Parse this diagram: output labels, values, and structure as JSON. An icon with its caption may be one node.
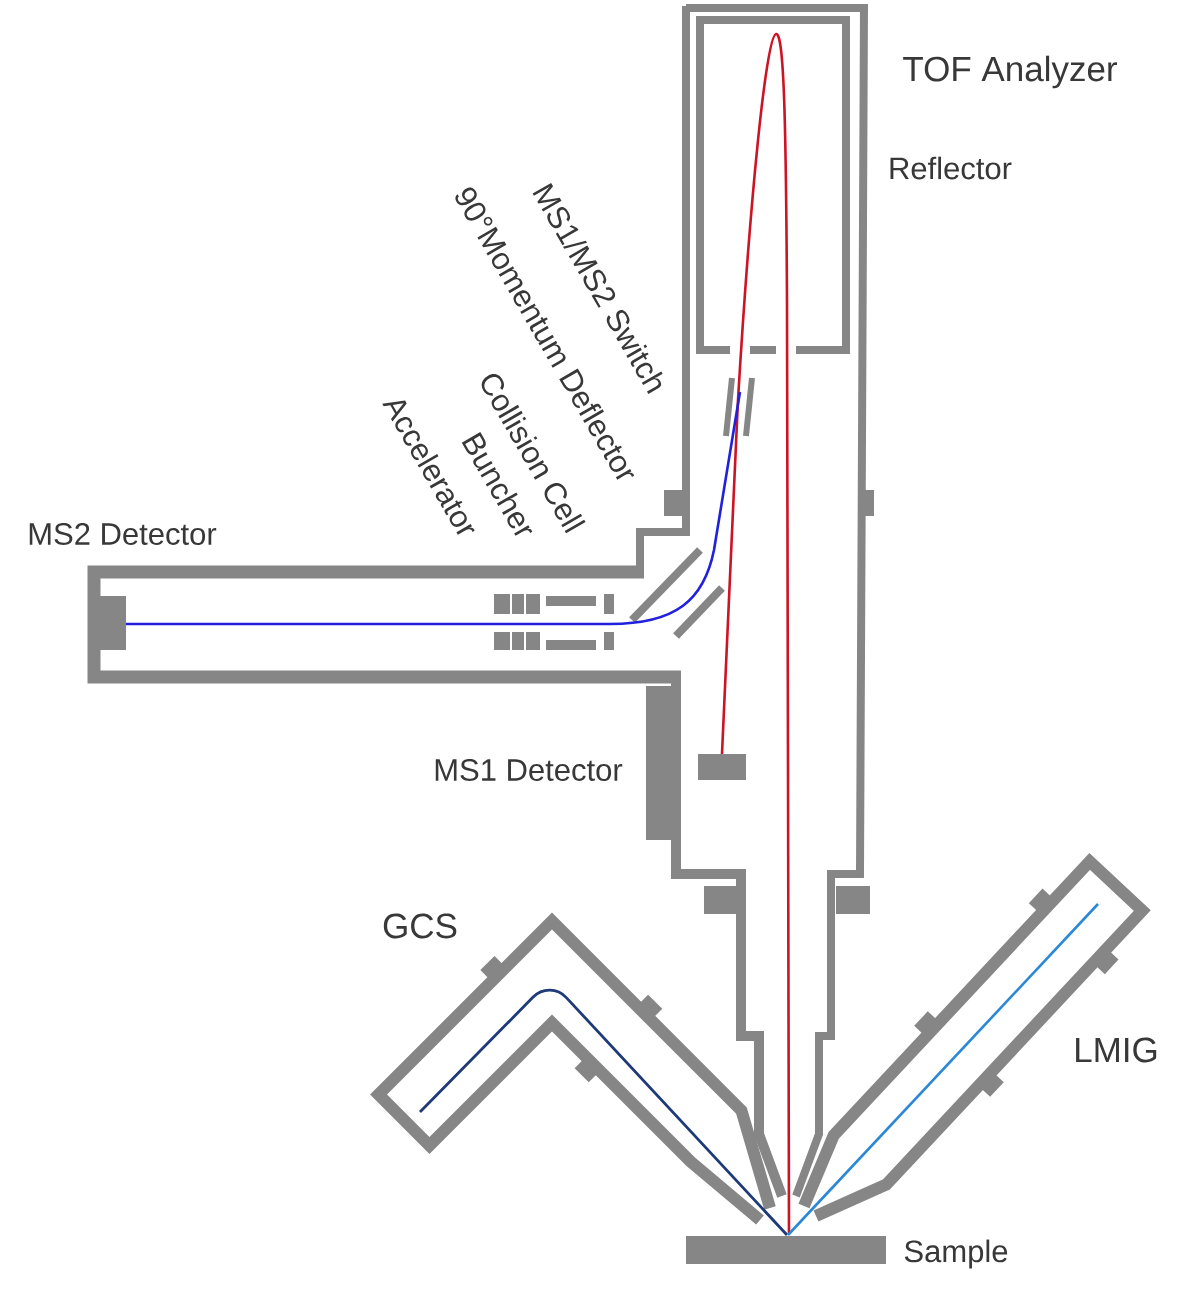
{
  "diagram": {
    "labels": [
      "TOF Analyzer",
      "Reflector",
      "MS1/MS2 Switch",
      "90°Momentum Deflector",
      "Collision Cell",
      "Buncher",
      "Accelerator",
      "MS2 Detector",
      "MS1 Detector",
      "GCS",
      "LMIG",
      "Sample"
    ]
  }
}
